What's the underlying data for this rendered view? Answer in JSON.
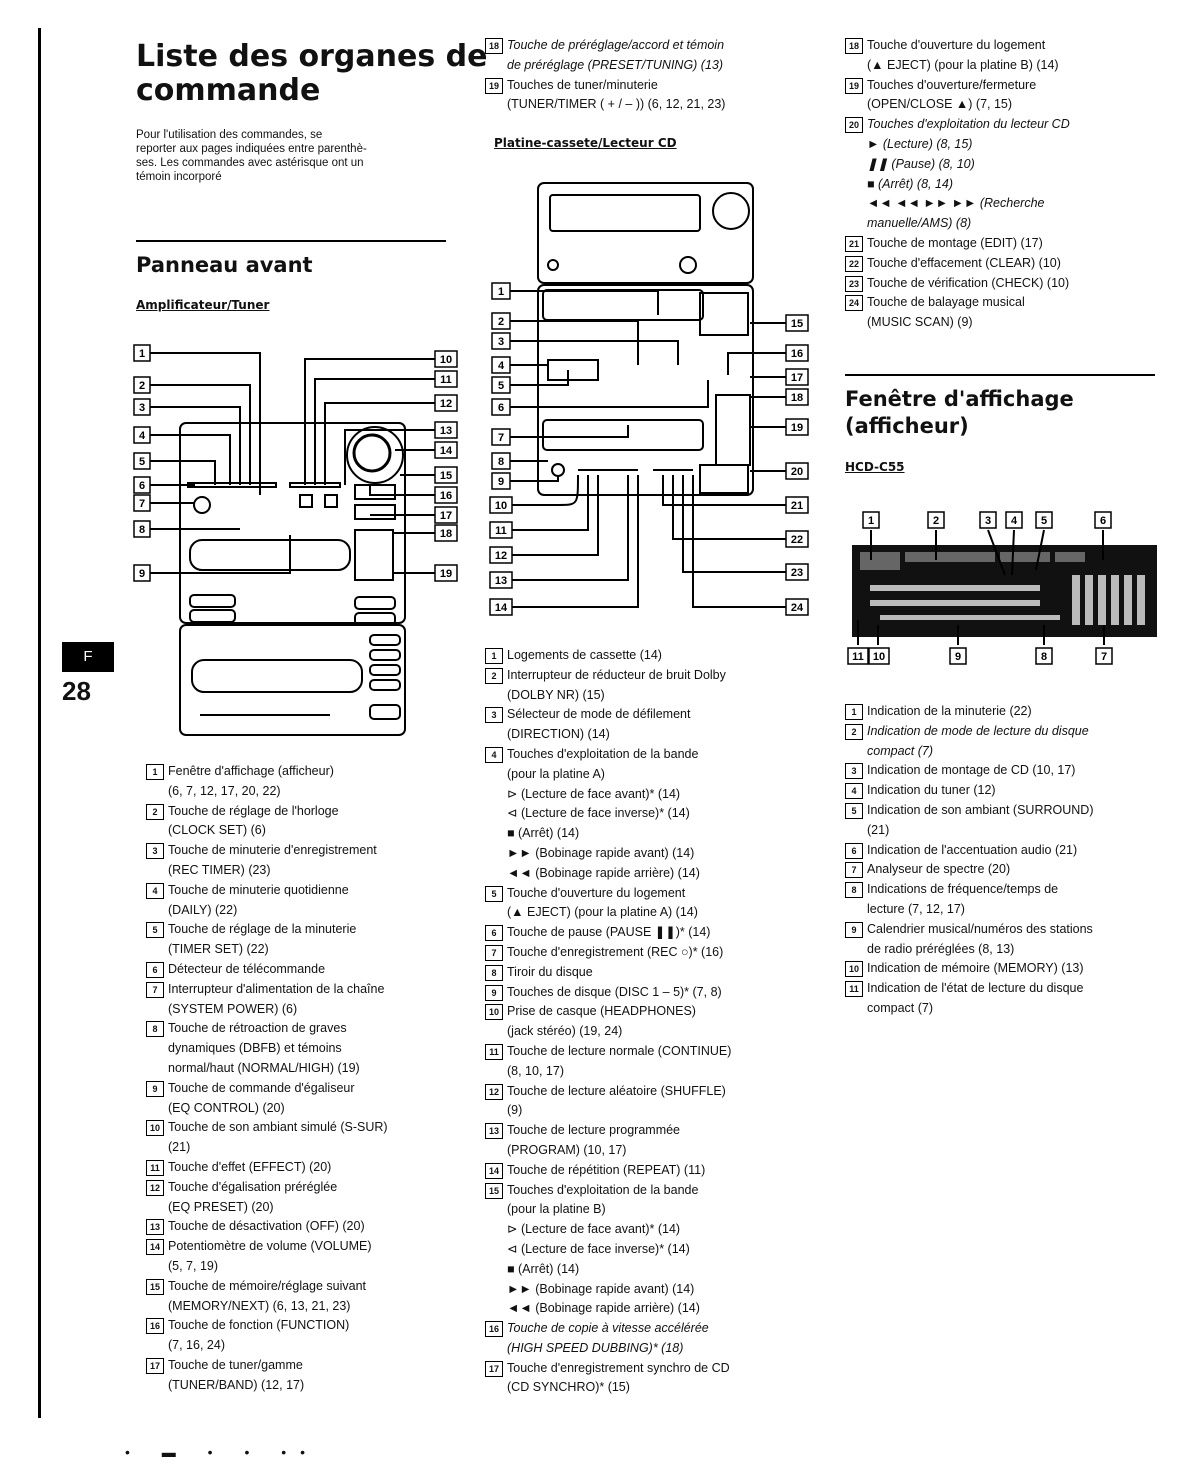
{
  "page": {
    "tab_letter": "F",
    "page_number": "28",
    "footer_marks": "• ▬ • • ••"
  },
  "left": {
    "title": "Liste des organes de\ncommande",
    "intro": "Pour l'utilisation des commandes, se\nreporter aux pages indiquées entre parenthè-\nses. Les commandes avec astérisque ont un\ntémoin incorporé",
    "section_title": "Panneau avant",
    "subsection": "Amplificateur/Tuner",
    "figure_callouts_left": [
      "1",
      "2",
      "3",
      "4",
      "5",
      "6",
      "7",
      "8",
      "9"
    ],
    "figure_callouts_right": [
      "10",
      "11",
      "12",
      "13",
      "14",
      "15",
      "16",
      "17",
      "18",
      "19"
    ],
    "items": [
      {
        "n": "1",
        "text": "Fenêtre d'affichage (afficheur)\n(6, 7, 12, 17, 20, 22)"
      },
      {
        "n": "2",
        "text": "Touche de réglage de l'horloge\n(CLOCK SET) (6)"
      },
      {
        "n": "3",
        "text": "Touche de minuterie d'enregistrement\n(REC TIMER) (23)"
      },
      {
        "n": "4",
        "text": "Touche de minuterie quotidienne\n(DAILY) (22)"
      },
      {
        "n": "5",
        "text": "Touche de réglage de la minuterie\n(TIMER SET) (22)"
      },
      {
        "n": "6",
        "text": "Détecteur de télécommande"
      },
      {
        "n": "7",
        "text": "Interrupteur d'alimentation de la chaîne\n(SYSTEM POWER) (6)"
      },
      {
        "n": "8",
        "text": "Touche de rétroaction de graves\ndynamiques (DBFB) et témoins\nnormal/haut (NORMAL/HIGH) (19)"
      },
      {
        "n": "9",
        "text": "Touche de commande d'égaliseur\n(EQ CONTROL) (20)"
      },
      {
        "n": "10",
        "text": "Touche de son ambiant simulé (S-SUR)\n(21)"
      },
      {
        "n": "11",
        "text": "Touche d'effet (EFFECT) (20)"
      },
      {
        "n": "12",
        "text": "Touche d'égalisation préréglée\n(EQ PRESET) (20)"
      },
      {
        "n": "13",
        "text": "Touche de désactivation (OFF) (20)"
      },
      {
        "n": "14",
        "text": "Potentiomètre de volume (VOLUME)\n(5, 7, 19)"
      },
      {
        "n": "15",
        "text": "Touche de mémoire/réglage suivant\n(MEMORY/NEXT) (6, 13, 21, 23)"
      },
      {
        "n": "16",
        "text": "Touche de fonction (FUNCTION)\n(7, 16, 24)"
      },
      {
        "n": "17",
        "text": "Touche de tuner/gamme\n(TUNER/BAND) (12, 17)"
      }
    ]
  },
  "middle": {
    "top_items": [
      {
        "n": "18",
        "text": "Touche de préréglage/accord et témoin\nde préréglage (PRESET/TUNING) (13)"
      },
      {
        "n": "19",
        "text": "Touches de tuner/minuterie\n(TUNER/TIMER ( + / – )) (6, 12, 21, 23)"
      }
    ],
    "subsection": "Platine-cassete/Lecteur CD",
    "figure_callouts_left": [
      "1",
      "2",
      "3",
      "4",
      "5",
      "6",
      "7",
      "8",
      "9",
      "10",
      "11",
      "12",
      "13",
      "14"
    ],
    "figure_callouts_right": [
      "15",
      "16",
      "17",
      "18",
      "19",
      "20",
      "21",
      "22",
      "23",
      "24"
    ],
    "items": [
      {
        "n": "1",
        "text": "Logements de cassette (14)"
      },
      {
        "n": "2",
        "text": "Interrupteur de réducteur de bruit Dolby\n(DOLBY NR) (15)"
      },
      {
        "n": "3",
        "text": "Sélecteur de mode de défilement\n(DIRECTION) (14)"
      },
      {
        "n": "4",
        "text": "Touches d'exploitation de la bande\n(pour la platine A)\n⊳ (Lecture de face avant)* (14)\n⊲ (Lecture de face inverse)* (14)\n■ (Arrêt) (14)\n►► (Bobinage rapide avant) (14)\n◄◄ (Bobinage rapide arrière) (14)"
      },
      {
        "n": "5",
        "text": "Touche d'ouverture du logement\n(▲ EJECT) (pour la platine A) (14)"
      },
      {
        "n": "6",
        "text": "Touche de pause (PAUSE ❚❚)* (14)"
      },
      {
        "n": "7",
        "text": "Touche d'enregistrement (REC ○)* (16)"
      },
      {
        "n": "8",
        "text": "Tiroir du disque"
      },
      {
        "n": "9",
        "text": "Touches de disque (DISC 1 – 5)* (7, 8)"
      },
      {
        "n": "10",
        "text": "Prise de casque (HEADPHONES)\n(jack stéréo) (19, 24)"
      },
      {
        "n": "11",
        "text": "Touche de lecture normale (CONTINUE)\n(8, 10, 17)"
      },
      {
        "n": "12",
        "text": "Touche de lecture aléatoire (SHUFFLE)\n(9)"
      },
      {
        "n": "13",
        "text": "Touche de lecture programmée\n(PROGRAM) (10, 17)"
      },
      {
        "n": "14",
        "text": "Touche de répétition (REPEAT) (11)"
      },
      {
        "n": "15",
        "text": "Touches d'exploitation de la bande\n(pour la platine B)\n⊳ (Lecture de face avant)* (14)\n⊲ (Lecture de face inverse)* (14)\n■ (Arrêt) (14)\n►► (Bobinage rapide avant) (14)\n◄◄ (Bobinage rapide arrière) (14)"
      },
      {
        "n": "16",
        "text": "Touche de copie à vitesse accélérée\n(HIGH SPEED DUBBING)* (18)"
      },
      {
        "n": "17",
        "text": "Touche d'enregistrement synchro de CD\n(CD SYNCHRO)* (15)"
      }
    ]
  },
  "right": {
    "top_items": [
      {
        "n": "18",
        "text": "Touche d'ouverture du logement\n(▲ EJECT) (pour la platine B) (14)"
      },
      {
        "n": "19",
        "text": "Touches d'ouverture/fermeture\n(OPEN/CLOSE ▲) (7, 15)"
      },
      {
        "n": "20",
        "text": "Touches d'exploitation du lecteur CD\n► (Lecture) (8, 15)\n❚❚ (Pause) (8, 10)\n■ (Arrêt) (8, 14)\n◄◄ ◄◄ ►► ►► (Recherche\nmanuelle/AMS) (8)"
      },
      {
        "n": "21",
        "text": "Touche de montage (EDIT) (17)"
      },
      {
        "n": "22",
        "text": "Touche d'effacement (CLEAR) (10)"
      },
      {
        "n": "23",
        "text": "Touche de vérification (CHECK) (10)"
      },
      {
        "n": "24",
        "text": "Touche de balayage musical\n(MUSIC SCAN) (9)"
      }
    ],
    "section_title": "Fenêtre d'affichage\n(afficheur)",
    "subsection": "HCD-C55",
    "figure_callouts_top": [
      "1",
      "2",
      "3",
      "4",
      "5",
      "6"
    ],
    "figure_callouts_bottom": [
      "11",
      "10",
      "9",
      "8",
      "7"
    ],
    "items": [
      {
        "n": "1",
        "text": "Indication de la minuterie (22)"
      },
      {
        "n": "2",
        "text": "Indication de mode de lecture du disque\ncompact (7)"
      },
      {
        "n": "3",
        "text": "Indication de montage de CD (10, 17)"
      },
      {
        "n": "4",
        "text": "Indication du tuner (12)"
      },
      {
        "n": "5",
        "text": "Indication de son ambiant (SURROUND)\n(21)"
      },
      {
        "n": "6",
        "text": "Indication de l'accentuation audio (21)"
      },
      {
        "n": "7",
        "text": "Analyseur de spectre (20)"
      },
      {
        "n": "8",
        "text": "Indications de fréquence/temps de\nlecture (7, 12, 17)"
      },
      {
        "n": "9",
        "text": "Calendrier musical/numéros des stations\nde radio préréglées (8, 13)"
      },
      {
        "n": "10",
        "text": "Indication de mémoire (MEMORY) (13)"
      },
      {
        "n": "11",
        "text": "Indication de l'état de lecture du disque\ncompact (7)"
      }
    ]
  }
}
